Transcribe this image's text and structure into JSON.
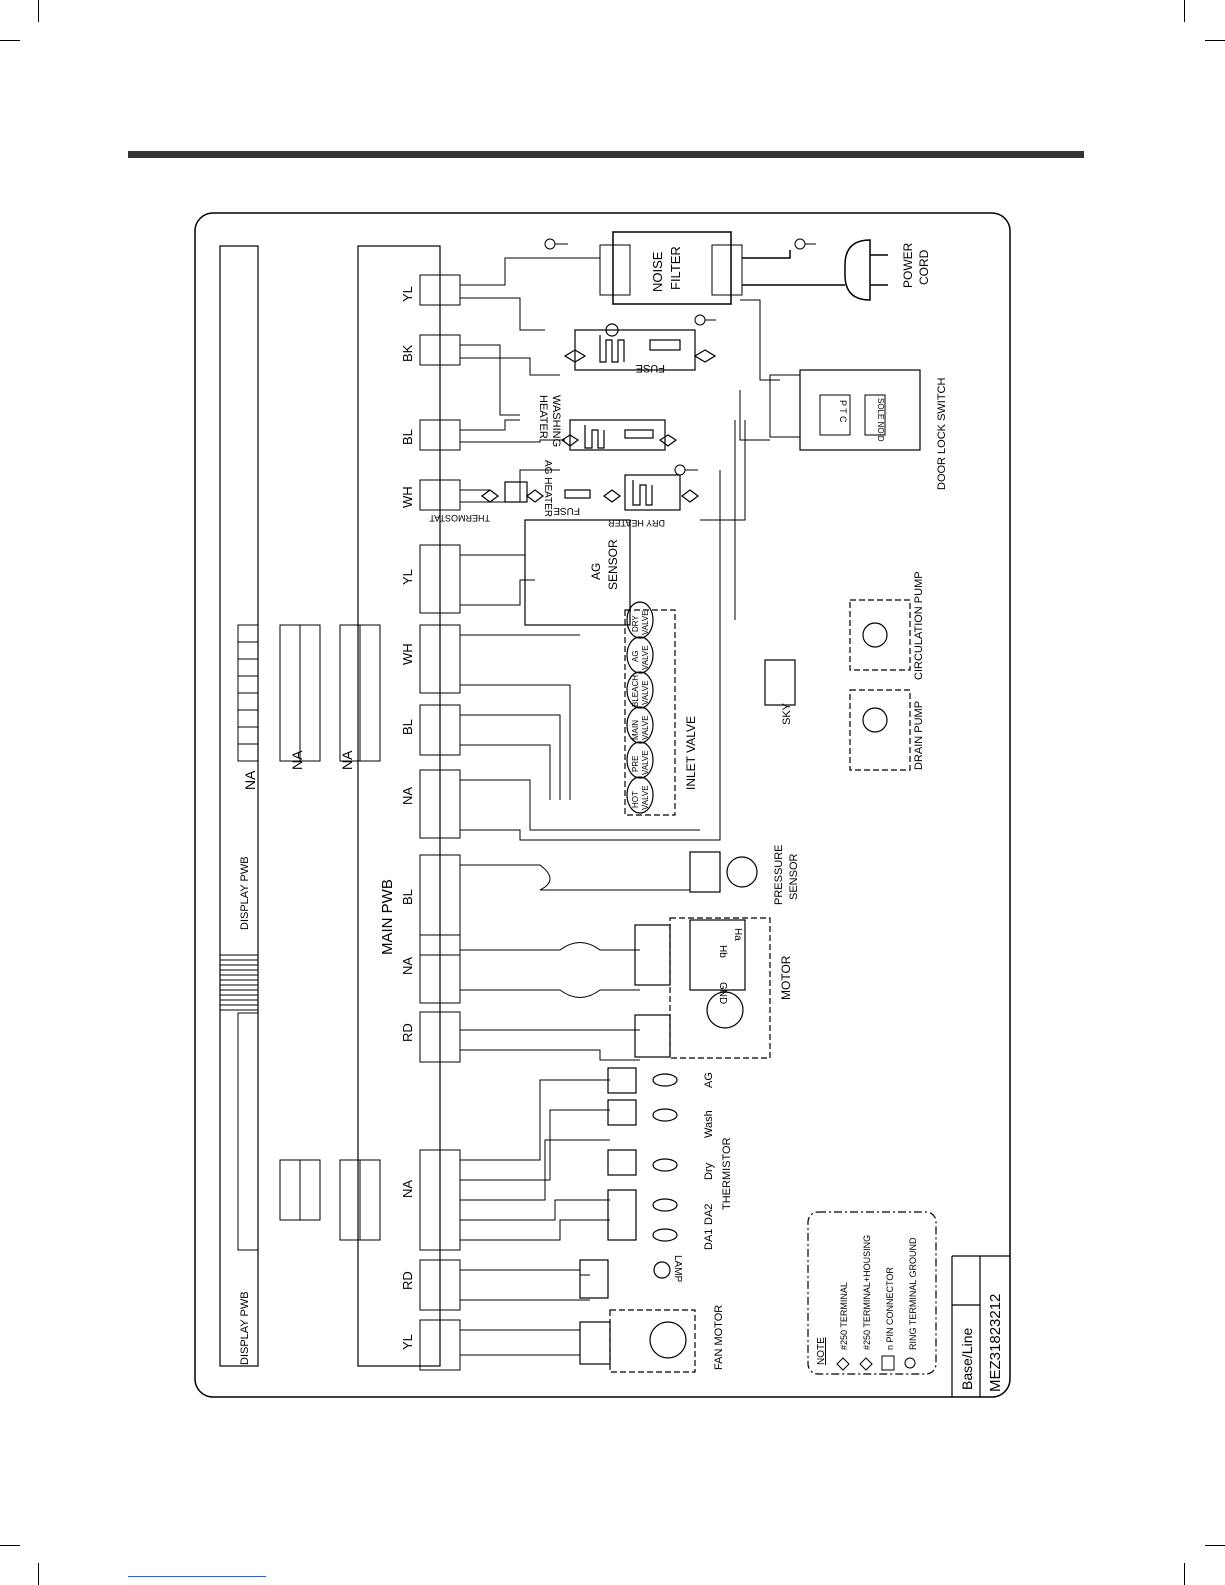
{
  "labels": {
    "display_pwb": "DISPLAY PWB",
    "main_pwb": "MAIN PWB",
    "noise_filter_1": "NOISE",
    "noise_filter_2": "FILTER",
    "power_cord_1": "POWER",
    "power_cord_2": "CORD",
    "washing_heater_1": "WASHING",
    "washing_heater_2": "HEATER",
    "ag_heater": "AG HEATER",
    "dry_heater": "DRY HEATER",
    "thermostat": "THERMOSTAT",
    "fuse": "FUSE",
    "ag_sensor_1": "AG",
    "ag_sensor_2": "SENSOR",
    "inlet_valve": "INLET VALVE",
    "door_lock_switch": "DOOR LOCK SWITCH",
    "drain_pump": "DRAIN PUMP",
    "circulation_pump": "CIRCULATION PUMP",
    "pressure_sensor_1": "PRESSURE",
    "pressure_sensor_2": "SENSOR",
    "motor": "MOTOR",
    "thermistor": "THERMISTOR",
    "lamp": "LAMP",
    "fan_motor": "FAN MOTOR",
    "ag": "AG",
    "wash": "Wash",
    "dry": "Dry",
    "da2": "DA2",
    "da1": "DA1",
    "sky": "SKY",
    "gnd": "GND",
    "hb": "Hb",
    "ha": "Ha",
    "ptc": "P T C",
    "sole_noid": "SOLE NOID"
  },
  "valves": [
    {
      "l1": "HOT",
      "l2": "VALVE"
    },
    {
      "l1": "PRE",
      "l2": "VALVE"
    },
    {
      "l1": "MAIN",
      "l2": "VALVE"
    },
    {
      "l1": "BLEACH",
      "l2": "VALVE"
    },
    {
      "l1": "AG",
      "l2": "VALVE"
    },
    {
      "l1": "DRY",
      "l2": "VALVE"
    }
  ],
  "connectors_top": [
    "YL",
    "BK",
    "BL",
    "WH",
    "YL",
    "WH",
    "BL",
    "NA"
  ],
  "connectors_bottom": [
    "BL",
    "NA",
    "RD",
    "NA",
    "RD",
    "YL"
  ],
  "na_groups": [
    "NA",
    "NA",
    "NA"
  ],
  "note": {
    "title": "NOTE",
    "items": [
      "#250 TERMINAL",
      "#250 TERMINAL+HOUSING",
      "n PIN CONNECTOR",
      "RING TERMINAL GROUND"
    ]
  },
  "title_block": {
    "line1": "Base/Line",
    "line2": "MEZ31823212"
  }
}
